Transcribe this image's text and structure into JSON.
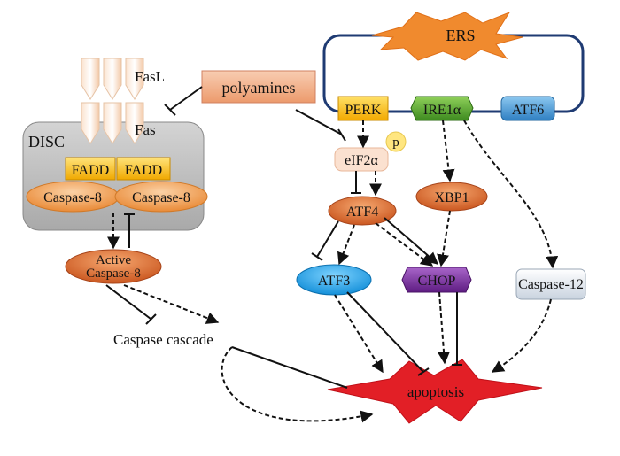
{
  "nodes": {
    "ers": "ERS",
    "perk": "PERK",
    "ire1a": "IRE1α",
    "atf6": "ATF6",
    "polyamines": "polyamines",
    "fasl": "FasL",
    "fas": "Fas",
    "disc": "DISC",
    "fadd_left": "FADD",
    "fadd_right": "FADD",
    "caspase8_left": "Caspase-8",
    "caspase8_right": "Caspase-8",
    "active_caspase8_line1": "Active",
    "active_caspase8_line2": "Caspase-8",
    "eif2a": "eIF2α",
    "phospho": "p",
    "atf4": "ATF4",
    "xbp1": "XBP1",
    "atf3": "ATF3",
    "chop": "CHOP",
    "caspase12": "Caspase-12",
    "caspase_cascade": "Caspase cascade",
    "apoptosis": "apoptosis"
  },
  "colors": {
    "ers_loop": "#1f3b73",
    "star_fill": "#f08a2e",
    "perk": "#ffc000",
    "ire1a": "#56a32f",
    "atf6": "#4f9fd9",
    "polyamines": "#f2ae86",
    "disc_box": "#bdbdbd",
    "fadd": "#ffc000",
    "caspase8": "#f4a04c",
    "active_caspase8": "#d8661f",
    "eif2a": "#fbe1d0",
    "phospho": "#ffe680",
    "atf4": "#d8661f",
    "xbp1": "#d8661f",
    "atf3": "#21a9ef",
    "chop": "#7a2ea0",
    "caspase12": "#e8edf4",
    "apoptosis": "#e21f26"
  }
}
